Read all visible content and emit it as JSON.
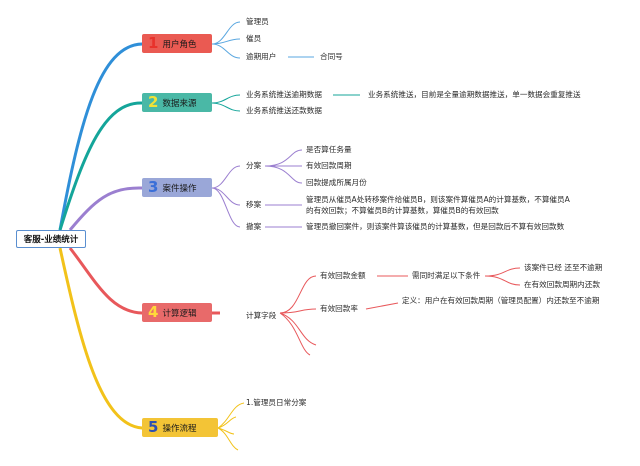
{
  "root": "客服-业绩统计",
  "branches": [
    {
      "num": "1",
      "label": "用户角色",
      "color": "#2f8fd8",
      "box": "#ea5a52",
      "numcolor": "#e8322b",
      "items": [
        "管理员",
        "催员",
        "逾期用户"
      ],
      "detail": "合同号"
    },
    {
      "num": "2",
      "label": "数据来源",
      "color": "#14a59a",
      "box": "#4ab8a6",
      "numcolor": "#f1e236",
      "items": [
        "业务系统推送逾期数据",
        "业务系统推送还款数据"
      ],
      "detail": "业务系统推送，目前是全量逾期数据推送，单一数据会重复推送"
    },
    {
      "num": "3",
      "label": "案件操作",
      "color": "#9b7fd0",
      "box": "#9aa7d8",
      "numcolor": "#3a6fd8",
      "subs": [
        {
          "label": "分案",
          "items": [
            "是否算任务量",
            "有效回款周期",
            "回款提成所属月份"
          ]
        },
        {
          "label": "移案",
          "items": [
            "管理员从催员A处转移案件给催员B，则该案件算催员A的计算基数，不算催员A",
            "的有效回款；不算催员B的计算基数，算催员B的有效回款"
          ]
        },
        {
          "label": "撤案",
          "items": [
            "管理员撤回案件，则该案件算该催员的计算基数，但是回款后不算有效回款数"
          ]
        }
      ]
    },
    {
      "num": "4",
      "label": "计算逻辑",
      "color": "#e8585b",
      "box": "#e86a6a",
      "numcolor": "#ffd83a",
      "field": "计算字段",
      "m1": "有效回款金额",
      "m1cond": "需同时满足以下条件",
      "m1items": [
        "该案件已经 还至不逾期",
        "在有效回款周期内还款"
      ],
      "m2": "有效回款率",
      "m2def": "定义：用户在有效回款周期（管理员配置）内还款至不逾期"
    },
    {
      "num": "5",
      "label": "操作流程",
      "color": "#f2c21a",
      "box": "#f3c436",
      "numcolor": "#2d4fb0",
      "item": "1.管理员日常分案"
    }
  ]
}
